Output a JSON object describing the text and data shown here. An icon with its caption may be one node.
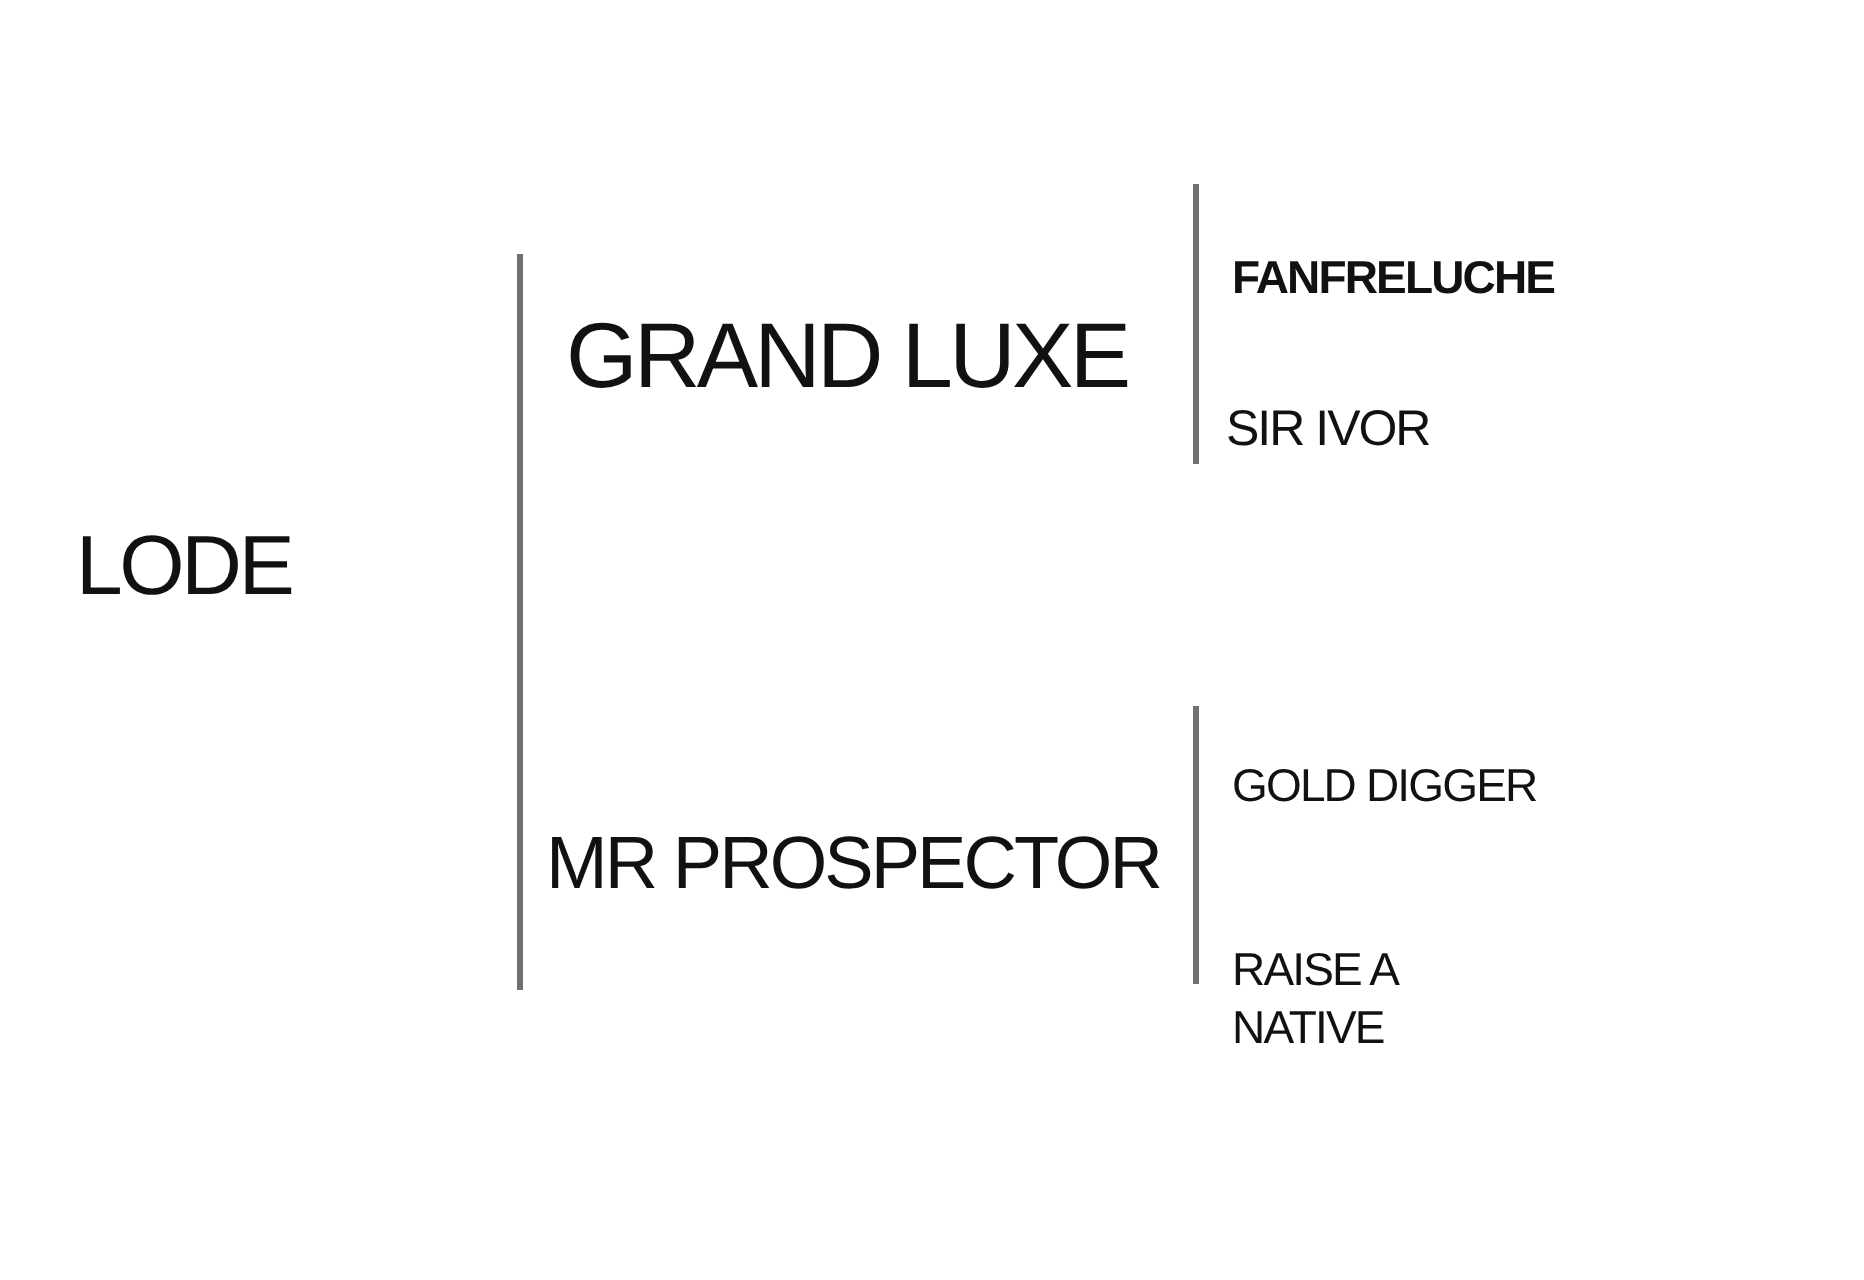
{
  "diagram": {
    "labels": [
      "LODE",
      "GRAND LUXE",
      "FANFRELUCHE",
      "SIR IVOR",
      "MR PROSPECTOR",
      "GOLD DIGGER",
      "RAISE A NATIVE"
    ]
  }
}
